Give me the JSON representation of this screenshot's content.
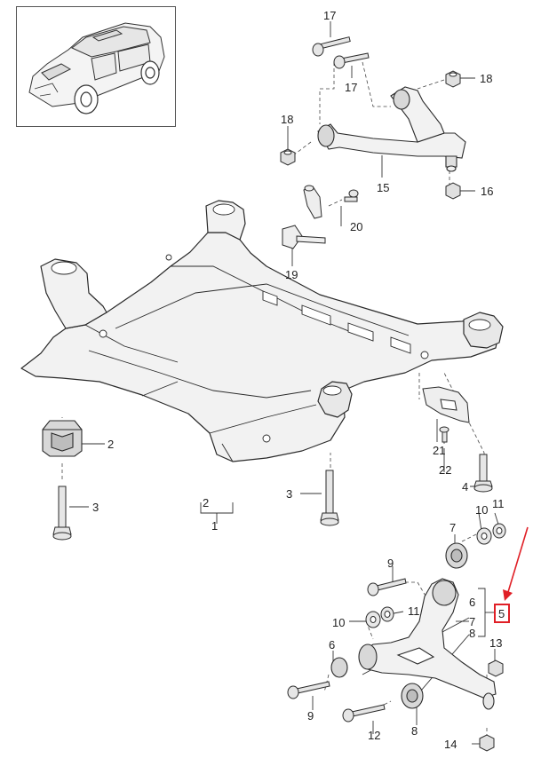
{
  "part_numbers": {
    "n1": "1",
    "n2": "2",
    "n3": "3",
    "n4": "4",
    "n5": "5",
    "n6": "6",
    "n7": "7",
    "n8": "8",
    "n9": "9",
    "n10": "10",
    "n11": "11",
    "n12": "12",
    "n13": "13",
    "n14": "14",
    "n15": "15",
    "n16": "16",
    "n17": "17",
    "n18": "18",
    "n19": "19",
    "n20": "20",
    "n21": "21",
    "n22": "22"
  },
  "highlight": {
    "label": "5",
    "color": "#e01f26"
  },
  "colors": {
    "line": "#333333",
    "part_fill": "#f2f2f2",
    "part_stroke": "#2a2a2a",
    "bushing_fill": "#d8d8d8"
  }
}
